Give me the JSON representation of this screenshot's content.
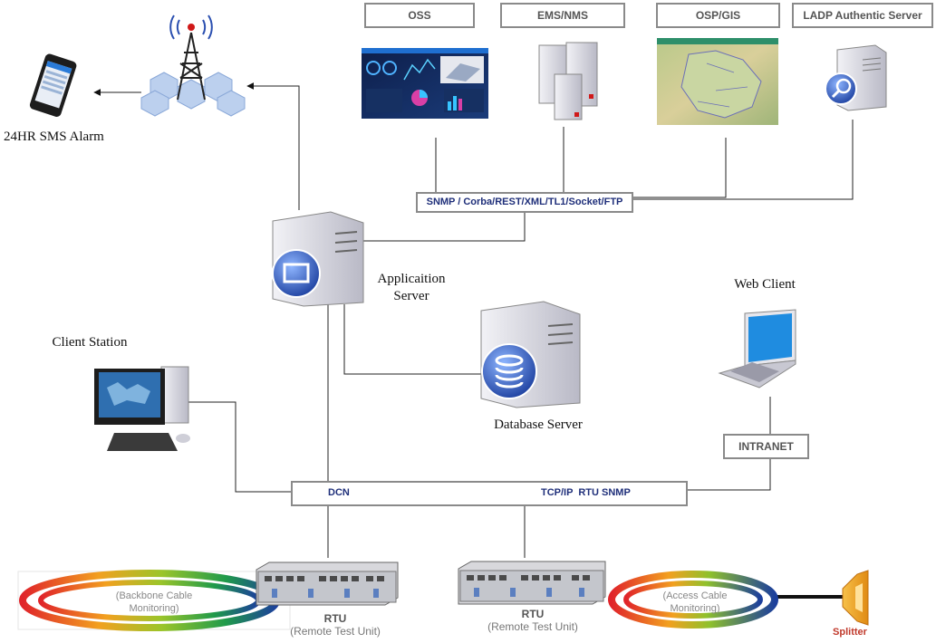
{
  "top_systems": {
    "oss": "OSS",
    "ems": "EMS/NMS",
    "osp": "OSP/GIS",
    "ladp": "LADP Authentic Server"
  },
  "protocol_bus": "SNMP / Corba/REST/XML/TL1/Socket/FTP",
  "sms_alarm": "24HR SMS Alarm",
  "app_server": {
    "line1": "Applicaition",
    "line2": "Server"
  },
  "db_server": "Database Server",
  "client_station": "Client Station",
  "web_client": "Web Client",
  "intranet": "INTRANET",
  "dcn_bus": {
    "left": "DCN",
    "right": "TCP/IP  RTU SNMP"
  },
  "rtu_left": {
    "title": "RTU",
    "subtitle": "(Remote Test Unit)",
    "ring_line1": "(Backbone Cable",
    "ring_line2": "Monitoring)"
  },
  "rtu_right": {
    "title": "RTU",
    "subtitle": "(Remote Test Unit)",
    "ring_line1": "(Access Cable",
    "ring_line2": "Monitoring)"
  },
  "splitter": "Splitter",
  "colors": {
    "line": "#222222",
    "box_border": "#8a8a8a",
    "bus_text": "#1f2f7a",
    "server_body": "#d9d9e0",
    "server_accent": "#2a4fb0"
  }
}
